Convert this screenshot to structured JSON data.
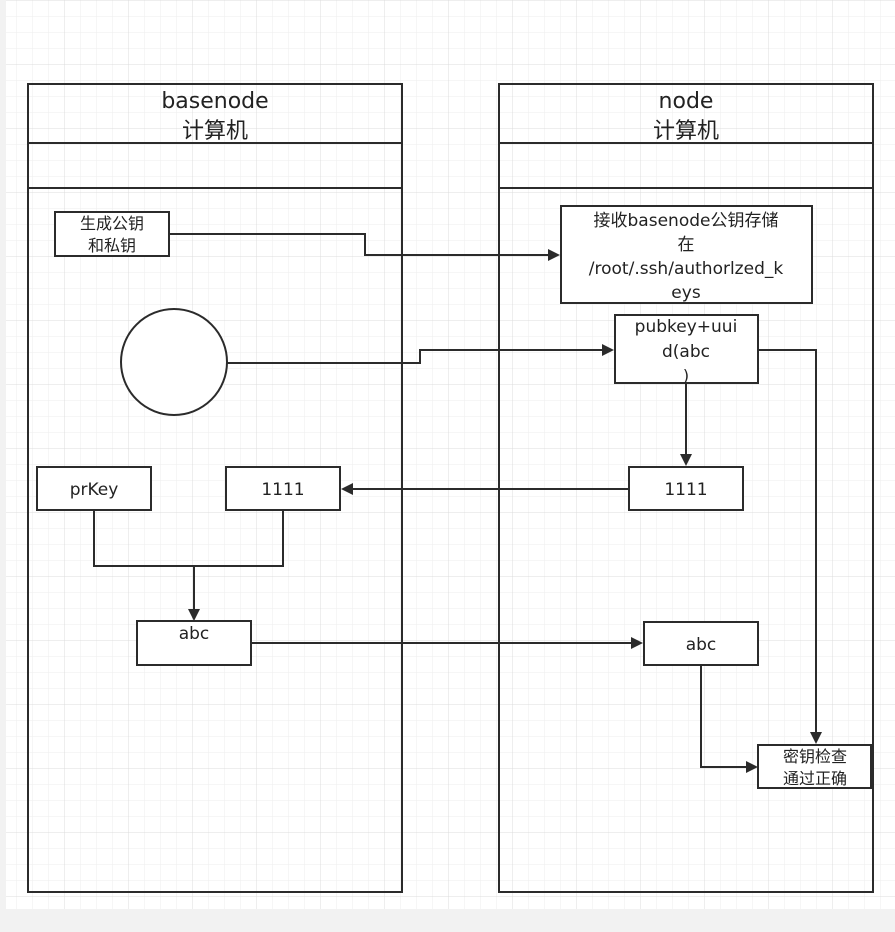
{
  "diagram": {
    "colors": {
      "canvas": "#ffffff",
      "grid_minor": "#eeeeee",
      "grid_major": "#dcdcdc",
      "bottom_strip": "#f2f2f2",
      "stroke": "#2b2b2b",
      "text": "#222222"
    },
    "lanes": {
      "left": {
        "title": "basenode",
        "subtitle": "计算机"
      },
      "right": {
        "title": "node",
        "subtitle": "计算机"
      }
    },
    "nodes": {
      "gen_keys": {
        "line1": "生成公钥",
        "line2": "和私钥"
      },
      "receive_store": {
        "line1": "接收basenode公钥存储",
        "line2": "在",
        "line3": "/root/.ssh/authorlzed_k",
        "line4": "eys"
      },
      "circle": {
        "shape": "circle"
      },
      "pubkey_uuid": {
        "line1": "pubkey+uui",
        "line2": "d(abc",
        "line3": ")"
      },
      "prkey": {
        "label": "prKey"
      },
      "left_1111": {
        "label": "1111"
      },
      "right_1111": {
        "label": "1111"
      },
      "left_abc": {
        "label": "abc"
      },
      "right_abc": {
        "label": "abc"
      },
      "check_ok": {
        "line1": "密钥检查",
        "line2": "通过正确"
      }
    },
    "edges": [
      {
        "from": "gen_keys",
        "to": "receive_store"
      },
      {
        "from": "circle",
        "to": "pubkey_uuid"
      },
      {
        "from": "pubkey_uuid",
        "to": "right_1111"
      },
      {
        "from": "right_1111",
        "to": "left_1111"
      },
      {
        "from": "prkey",
        "to": "left_abc"
      },
      {
        "from": "left_1111",
        "to": "left_abc"
      },
      {
        "from": "left_abc",
        "to": "right_abc"
      },
      {
        "from": "right_abc",
        "to": "check_ok"
      },
      {
        "from": "pubkey_uuid",
        "to": "check_ok"
      }
    ]
  }
}
